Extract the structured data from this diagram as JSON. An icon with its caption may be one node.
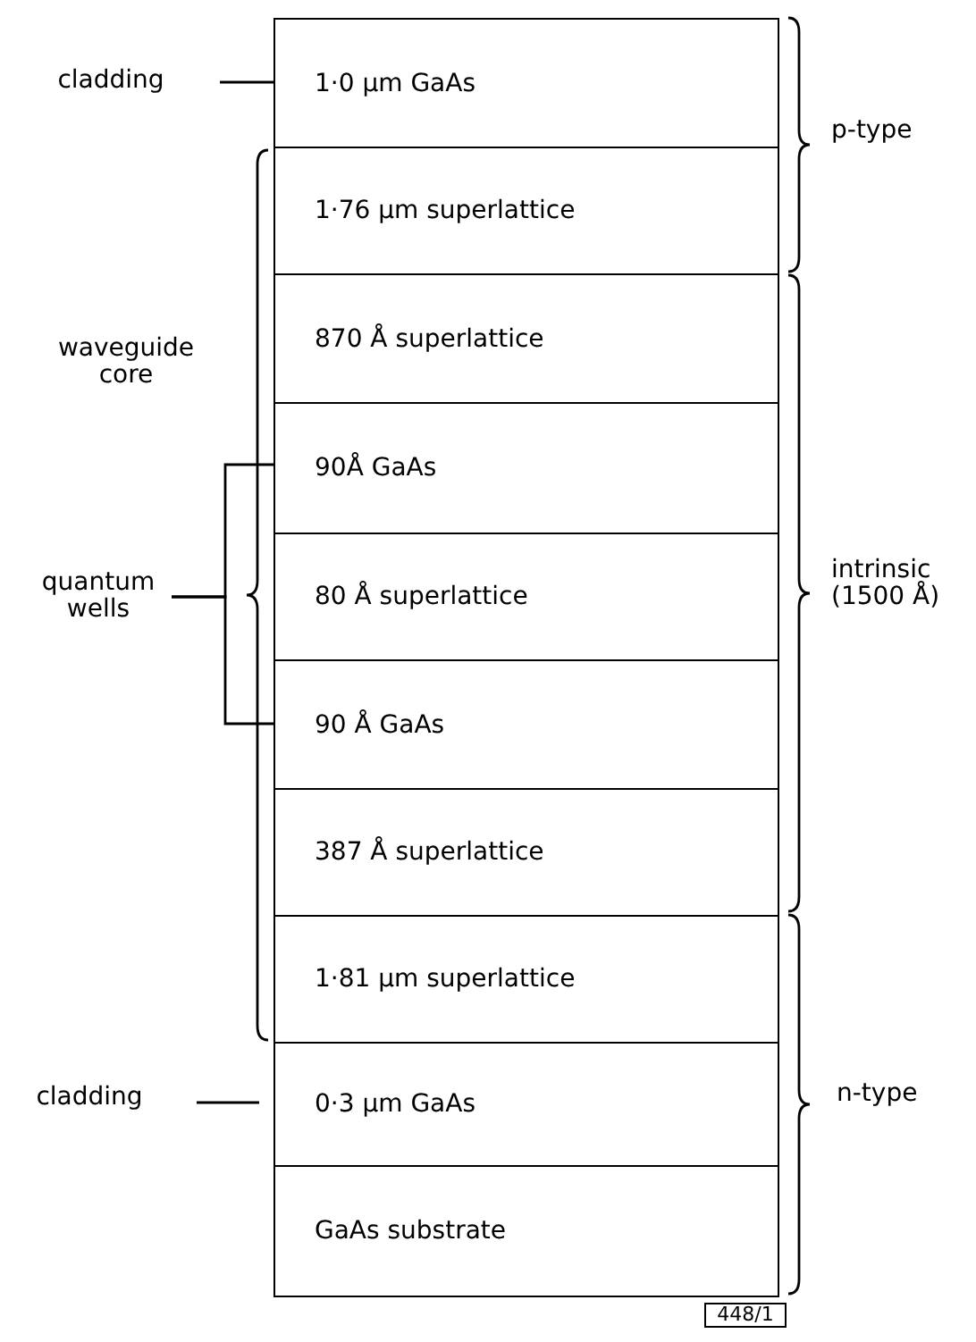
{
  "diagram": {
    "nodes": [
      {
        "text": [
          "1·0 μm GaAs"
        ]
      },
      {
        "text": [
          "1·76 μm superlattice"
        ]
      },
      {
        "text": [
          "870 Å superlattice"
        ]
      },
      {
        "text": [
          "90Å GaAs"
        ]
      },
      {
        "text": [
          "80 Å superlattice"
        ]
      },
      {
        "text": [
          "90 Å GaAs"
        ]
      },
      {
        "text": [
          "387 Å superlattice"
        ]
      },
      {
        "text": [
          "1·81 μm superlattice"
        ]
      },
      {
        "text": [
          "0·3 μm GaAs"
        ]
      },
      {
        "text": [
          "GaAs substrate"
        ]
      },
      {
        "text": [
          "cladding"
        ]
      },
      {
        "text": [
          "quantum wells"
        ]
      },
      {
        "text": [
          "cladding"
        ]
      }
    ],
    "edges": [
      {
        "from": 10,
        "to": 0,
        "arrow": "none"
      },
      {
        "from": 11,
        "to": 3,
        "arrow": "none"
      },
      {
        "from": 11,
        "to": 5,
        "arrow": "none"
      },
      {
        "from": 12,
        "to": 8,
        "arrow": "none"
      }
    ],
    "labels": [
      "waveguide core",
      "p-type",
      "intrinsic (1500 Å)",
      "n-type",
      "448/1"
    ]
  }
}
